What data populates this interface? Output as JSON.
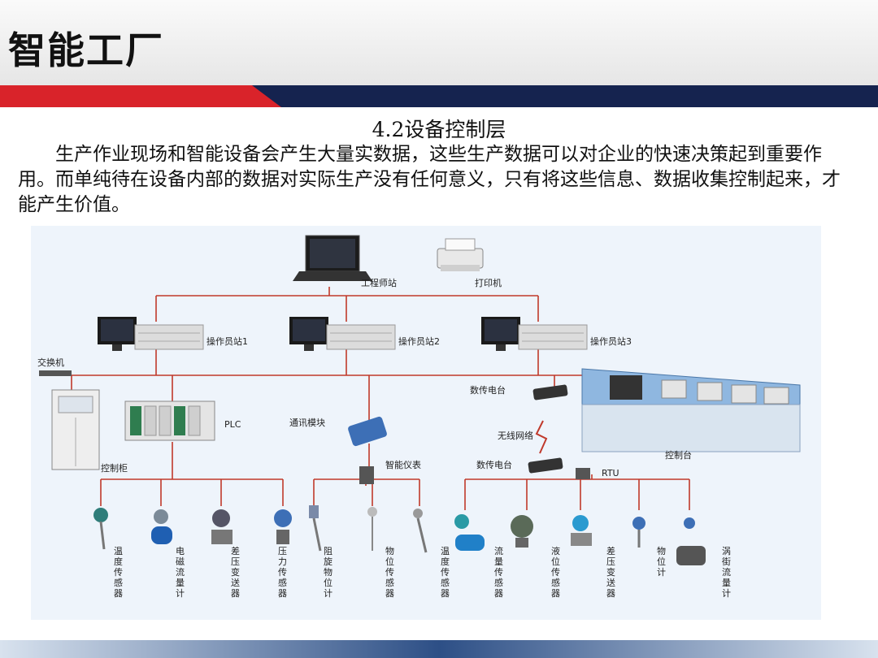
{
  "slide": {
    "title": "智能工厂",
    "section_title": "4.2设备控制层",
    "paragraph": "生产作业现场和智能设备会产生大量实数据，这些生产数据可以对企业的快速决策起到重要作用。而单纯待在设备内部的数据对实际生产没有任何意义，只有将这些信息、数据收集控制起来，才能产生价值。"
  },
  "colors": {
    "red_stripe": "#d9232a",
    "navy_stripe": "#15234f",
    "line_red": "#c0392b",
    "diagram_bg": "#eef4fb"
  },
  "diagram": {
    "engineer_station": "工程师站",
    "printer": "打印机",
    "operator_station_1": "操作员站1",
    "operator_station_2": "操作员站2",
    "operator_station_3": "操作员站3",
    "switch": "交换机",
    "cabinet": "控制柜",
    "plc": "PLC",
    "comm_module": "通讯模块",
    "smart_meter": "智能仪表",
    "data_radio_top": "数传电台",
    "wireless_network": "无线网络",
    "data_radio_bottom": "数传电台",
    "rtu": "RTU",
    "console": "控制台",
    "sensors": [
      "温度传感器",
      "电磁流量计",
      "差压变送器",
      "压力传感器",
      "阻旋物位计",
      "物位传感器",
      "温度传感器",
      "流量传感器",
      "液位传感器",
      "差压变送器",
      "物位计",
      "涡街流量计"
    ]
  }
}
